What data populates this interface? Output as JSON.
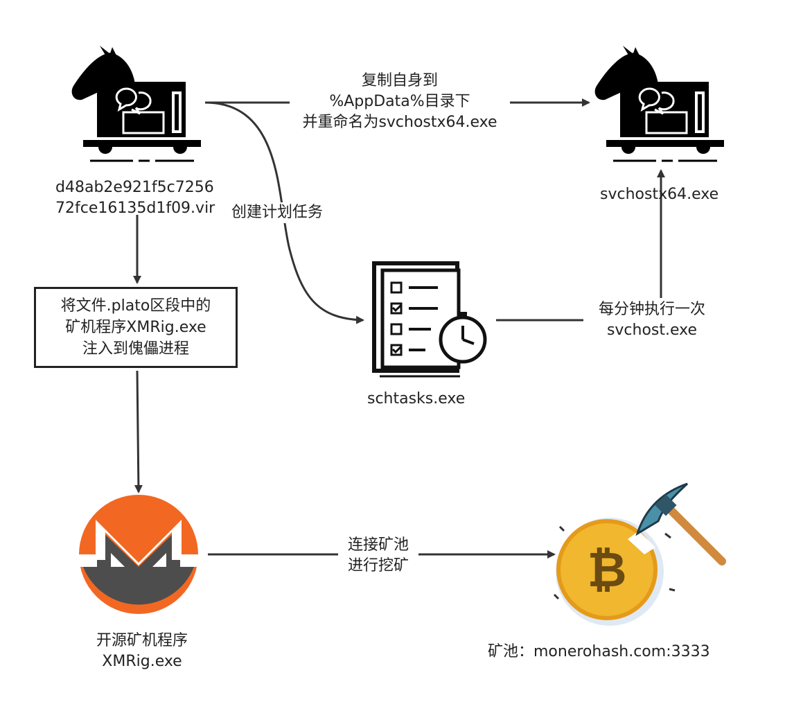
{
  "nodes": {
    "source_file": {
      "line1": "d48ab2e921f5c7256",
      "line2": "72fce16135d1f09.vir",
      "icon": "trojan-horse-icon"
    },
    "copied_file": {
      "label": "svchostx64.exe",
      "icon": "trojan-horse-icon"
    },
    "inject_box": {
      "line1": "将文件.plato区段中的",
      "line2": "矿机程序XMRig.exe",
      "line3": "注入到傀儡进程"
    },
    "schtasks": {
      "label": "schtasks.exe",
      "icon": "scheduled-task-clipboard-icon"
    },
    "xmrig": {
      "line1": "开源矿机程序",
      "line2": "XMRig.exe",
      "icon": "monero-logo-icon"
    },
    "pool": {
      "label": "矿池：monerohash.com:3333",
      "icon": "bitcoin-mining-icon"
    }
  },
  "edges": {
    "copy": {
      "line1": "复制自身到",
      "line2": "%AppData%目录下",
      "line3": "并重命名为svchostx64.exe"
    },
    "create_task": {
      "label": "创建计划任务"
    },
    "run_every_minute": {
      "line1": "每分钟执行一次",
      "line2": "svchost.exe"
    },
    "connect_pool": {
      "line1": "连接矿池",
      "line2": "进行挖矿"
    }
  },
  "colors": {
    "line": "#333333",
    "monero_orange": "#f26822",
    "monero_gray": "#4d4d4d",
    "coin_gold": "#f0b72f"
  }
}
